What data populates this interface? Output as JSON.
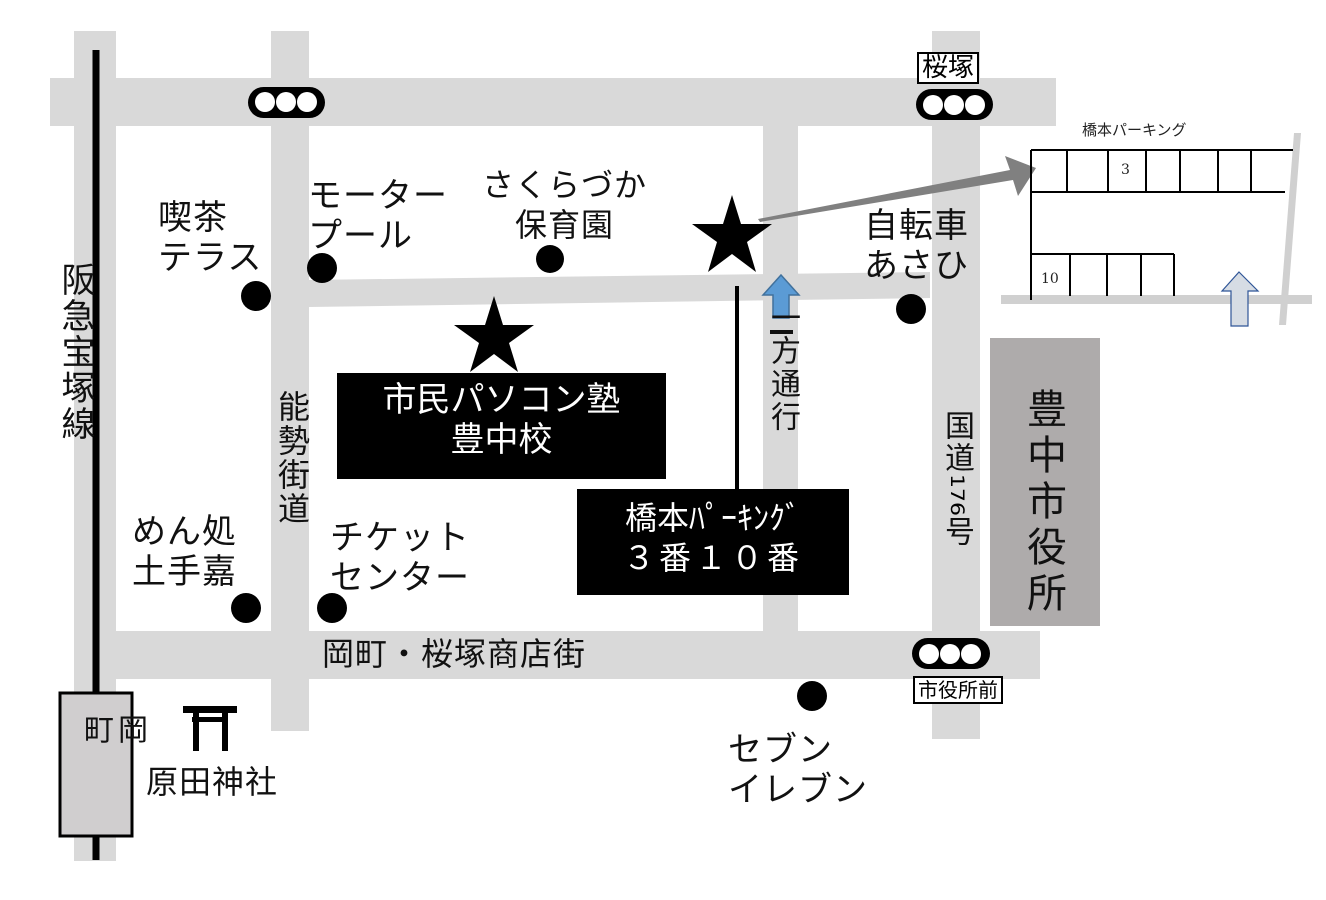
{
  "map": {
    "colors": {
      "road": "#d9d9d9",
      "rail": "#000000",
      "city_hall": "#aeabab",
      "station_box": "#d0cecf",
      "one_way_arrow": "#5b9bd5",
      "parking_arrow": "#d6dce4",
      "pointer_arrow": "#808080"
    },
    "rail_line": "阪急宝塚線",
    "station": {
      "line1": "岡",
      "line2": "町"
    },
    "roads": {
      "nose_kaido": "能勢街道",
      "one_way": "一方通行",
      "route176": {
        "top": "国道",
        "number": "176",
        "bottom": "号"
      },
      "shopping_street": "岡町・桜塚商店街"
    },
    "signals": [
      {
        "id": "signal-nw",
        "name": ""
      },
      {
        "id": "signal-sakurazuka",
        "name": "桜塚"
      },
      {
        "id": "signal-shiyakushomae",
        "name": "市役所前"
      }
    ],
    "landmarks": [
      {
        "id": "kissa-terrace",
        "line1": "喫茶",
        "line2": "テラス"
      },
      {
        "id": "motor-pool",
        "line1": "モーター",
        "line2": "プール"
      },
      {
        "id": "sakurazuka-hoikuen",
        "line1": "さくらづか",
        "line2": "保育園"
      },
      {
        "id": "jitensha-asahi",
        "line1": "自転車",
        "line2": "あさひ"
      },
      {
        "id": "mendokoro-dotega",
        "line1": "めん処",
        "line2": "土手嘉"
      },
      {
        "id": "ticket-center",
        "line1": "チケット",
        "line2": "センター"
      },
      {
        "id": "seven-eleven",
        "line1": "セブン",
        "line2": "イレブン"
      },
      {
        "id": "harada-jinja",
        "line1": "原田神社"
      }
    ],
    "city_hall": "豊中市役所",
    "school": {
      "line1": "市民パソコン塾",
      "line2": "豊中校"
    },
    "parking_label": {
      "line1": "橋本ﾊﾟｰｷﾝｸﾞ",
      "line2": "３番１０番"
    },
    "parking_inset": {
      "title": "橋本パーキング",
      "top_row_slots": 7,
      "bottom_row_slots": 4,
      "highlight_top": "3",
      "highlight_bottom": "10"
    }
  }
}
